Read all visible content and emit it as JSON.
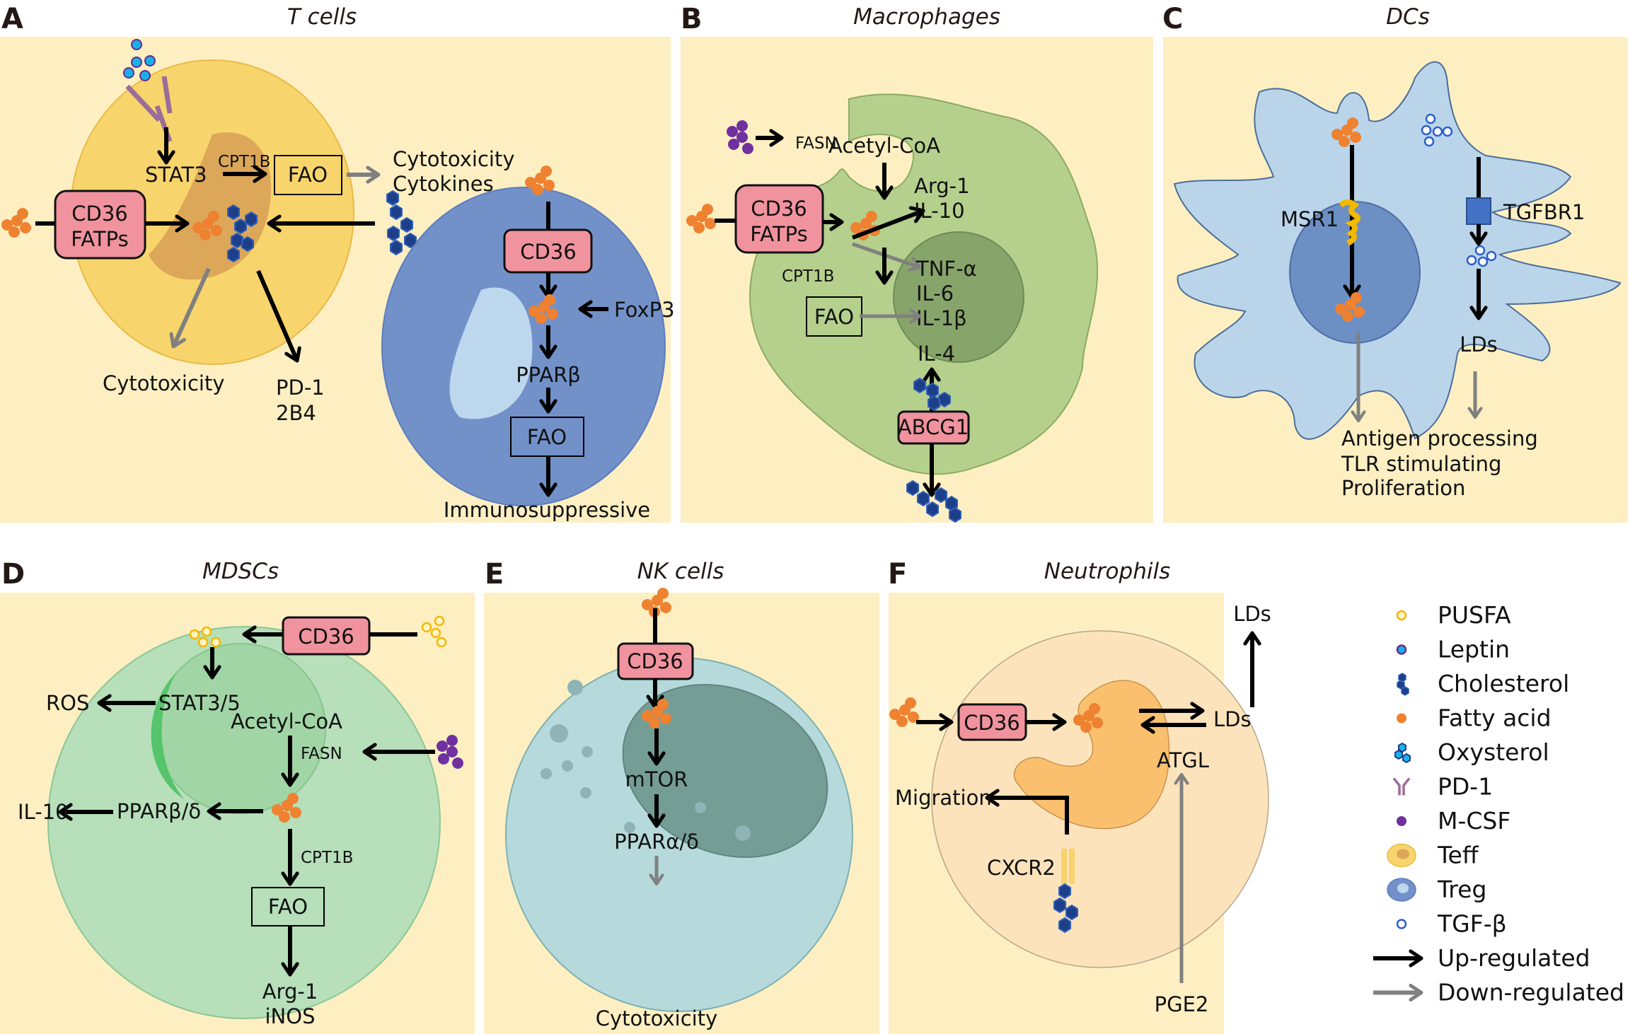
{
  "figure": {
    "colors": {
      "panel_bg": "#fdefc2",
      "protein_box": "#f0939e",
      "up_arrow": "#000000",
      "down_arrow": "#808080",
      "fatty_acid": "#ee8231",
      "cholesterol": "#1d3f8a",
      "mcsf": "#7030a0",
      "pusfa": "#f2c12e",
      "leptin": "#19b0ea",
      "tgfb": "#2c5fcc"
    }
  },
  "panels": {
    "A": {
      "letter": "A",
      "title": "T cells",
      "labels": {
        "stat3": "STAT3",
        "cpt1b": "CPT1B",
        "fao1": "FAO",
        "cytotox_cyto_1": "Cytotoxicity",
        "cytotox_cyto_2": "Cytokines",
        "cd36_fatps_1": "CD36",
        "cd36_fatps_2": "FATPs",
        "cytotoxicity": "Cytotoxicity",
        "pd1": "PD-1",
        "2b4": "2B4",
        "cd36": "CD36",
        "foxp3": "FoxP3",
        "pparb": "PPARβ",
        "fao2": "FAO",
        "immunosuppressive": "Immunosuppressive"
      }
    },
    "B": {
      "letter": "B",
      "title": "Macrophages",
      "labels": {
        "acetylcoa": "Acetyl-CoA",
        "fasn": "FASN",
        "cd36_fatps_1": "CD36",
        "cd36_fatps_2": "FATPs",
        "arg1": "Arg-1",
        "il10": "IL-10",
        "cpt1b": "CPT1B",
        "tnfa": "TNF-α",
        "il6": "IL-6",
        "il1b": "IL-1β",
        "fao": "FAO",
        "il4": "IL-4",
        "abcg1": "ABCG1"
      }
    },
    "C": {
      "letter": "C",
      "title": "DCs",
      "labels": {
        "msr1": "MSR1",
        "tgfbr1": "TGFBR1",
        "lds": "LDs",
        "out1": "Antigen processing",
        "out2": "TLR stimulating",
        "out3": "Proliferation"
      }
    },
    "D": {
      "letter": "D",
      "title": "MDSCs",
      "labels": {
        "cd36": "CD36",
        "ros": "ROS",
        "stat35": "STAT3/5",
        "acetylcoa": "Acetyl-CoA",
        "fasn": "FASN",
        "il10": "IL-10",
        "ppar": "PPARβ/δ",
        "cpt1b": "CPT1B",
        "fao": "FAO",
        "arg1": "Arg-1",
        "inos": "iNOS"
      }
    },
    "E": {
      "letter": "E",
      "title": "NK cells",
      "labels": {
        "cd36": "CD36",
        "mtor": "mTOR",
        "ppar": "PPARα/δ",
        "cytotoxicity": "Cytotoxicity"
      }
    },
    "F": {
      "letter": "F",
      "title": "Neutrophils",
      "labels": {
        "lds_top": "LDs",
        "cd36": "CD36",
        "lds": "LDs",
        "atgl": "ATGL",
        "migration": "Migration",
        "cxcr2": "CXCR2",
        "pge2": "PGE2"
      }
    }
  },
  "legend": {
    "items": [
      {
        "icon": "pusfa-icon",
        "label": "PUSFA"
      },
      {
        "icon": "leptin-icon",
        "label": "Leptin"
      },
      {
        "icon": "cholesterol-icon",
        "label": "Cholesterol"
      },
      {
        "icon": "fatty-acid-icon",
        "label": "Fatty acid"
      },
      {
        "icon": "oxysterol-icon",
        "label": "Oxysterol"
      },
      {
        "icon": "pd1-icon",
        "label": "PD-1"
      },
      {
        "icon": "mcsf-icon",
        "label": "M-CSF"
      },
      {
        "icon": "teff-icon",
        "label": "Teff"
      },
      {
        "icon": "treg-icon",
        "label": "Treg"
      },
      {
        "icon": "tgfb-icon",
        "label": "TGF-β"
      },
      {
        "icon": "up-arrow-icon",
        "label": "Up-regulated"
      },
      {
        "icon": "down-arrow-icon",
        "label": "Down-regulated"
      }
    ]
  }
}
